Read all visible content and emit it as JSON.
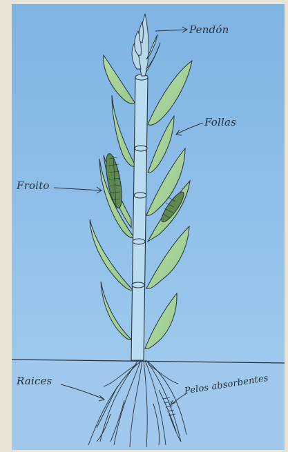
{
  "labels": {
    "pendon": "Pendón",
    "follas": "Follas",
    "froito": "Froito",
    "raices": "Raices",
    "pelos": "Pelos absorbentes"
  },
  "colors": {
    "paper": "#e9e3d5",
    "sky_blue": "#8fbfe6",
    "leaf_green": "#a6d49a",
    "stem_blue": "#b9dcf0",
    "ink": "#26303b",
    "corn_green": "#5e8a52"
  }
}
